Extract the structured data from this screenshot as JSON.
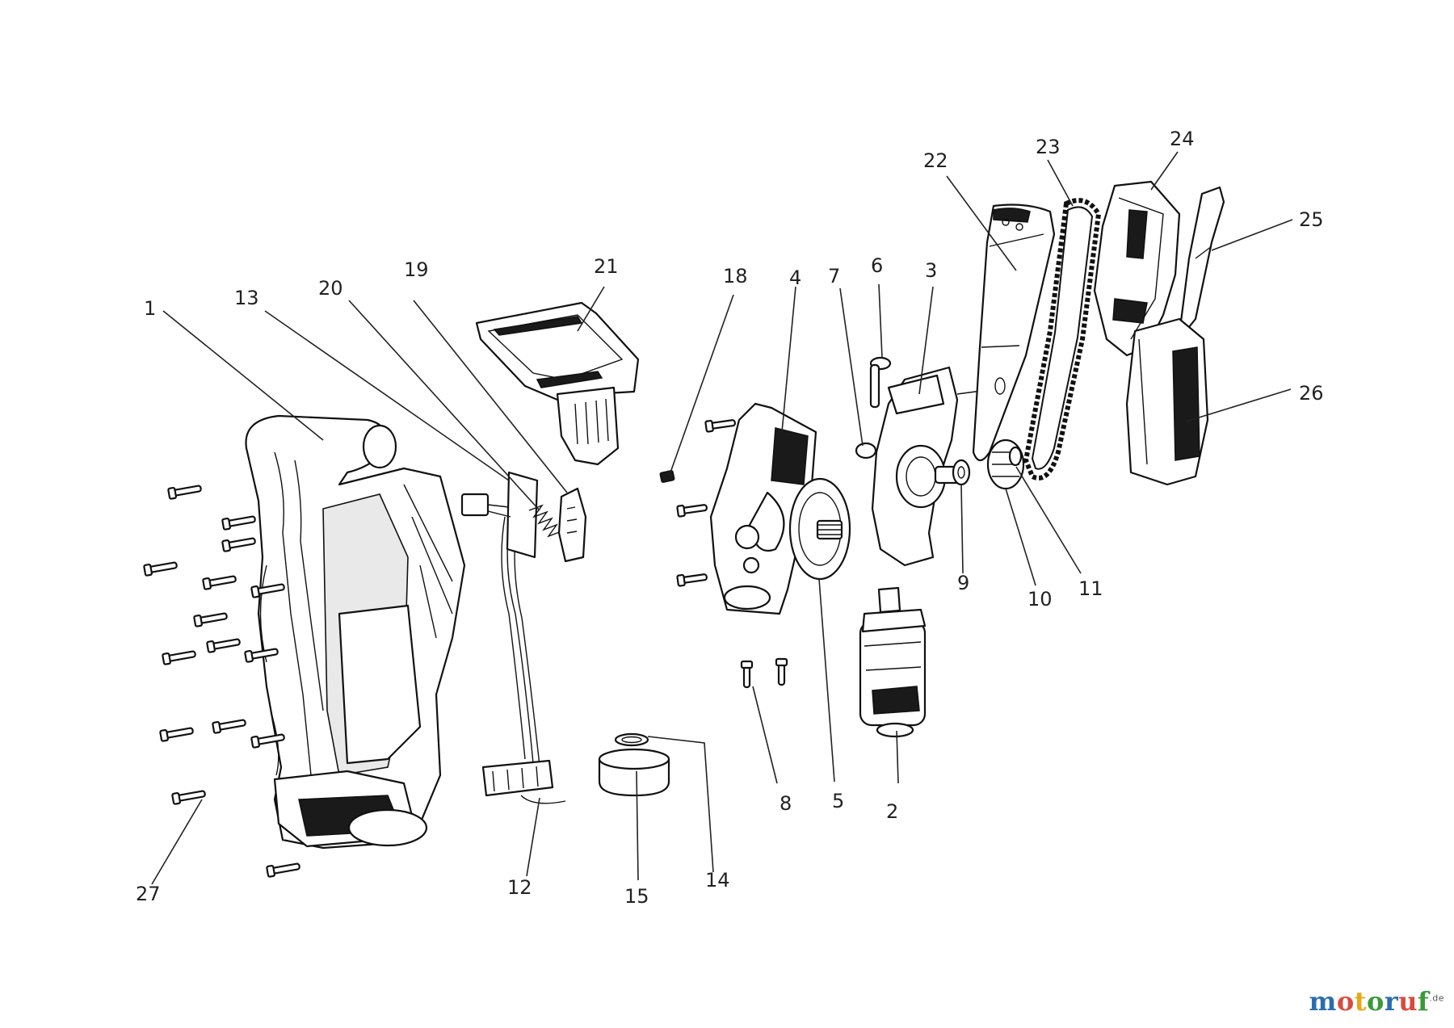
{
  "diagram": {
    "labels": [
      "1",
      "2",
      "3",
      "4",
      "5",
      "6",
      "7",
      "8",
      "9",
      "10",
      "11",
      "12",
      "13",
      "14",
      "15",
      "18",
      "19",
      "20",
      "21",
      "22",
      "23",
      "24",
      "25",
      "26",
      "27"
    ]
  },
  "watermark": {
    "letters": [
      {
        "ch": "m",
        "color": "#2b6cb0"
      },
      {
        "ch": "o",
        "color": "#d94b3f"
      },
      {
        "ch": "t",
        "color": "#e6a817"
      },
      {
        "ch": "o",
        "color": "#3a9a3a"
      },
      {
        "ch": "r",
        "color": "#2b6cb0"
      },
      {
        "ch": "u",
        "color": "#d94b3f"
      },
      {
        "ch": "f",
        "color": "#3a9a3a"
      }
    ],
    "suffix": ".de"
  }
}
